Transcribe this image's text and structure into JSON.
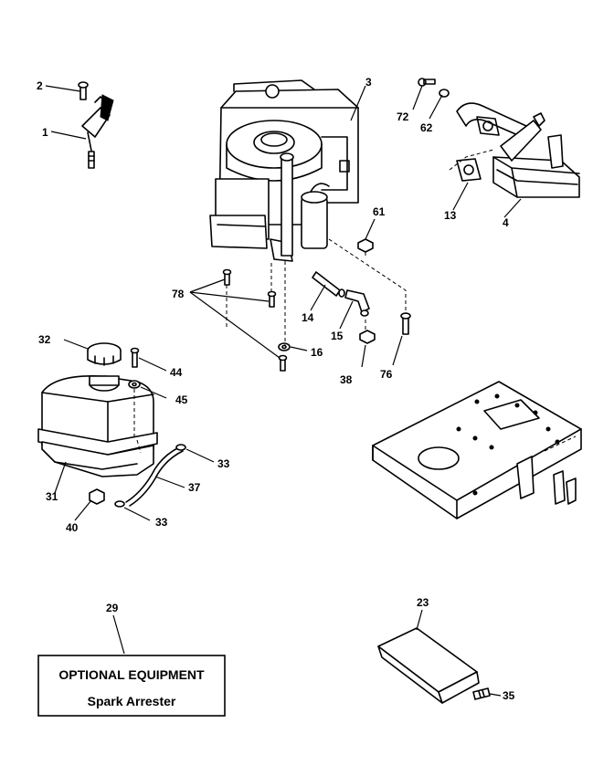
{
  "callouts": {
    "c1": "1",
    "c2": "2",
    "c3": "3",
    "c4": "4",
    "c13": "13",
    "c14": "14",
    "c15": "15",
    "c16": "16",
    "c23": "23",
    "c29": "29",
    "c31": "31",
    "c32": "32",
    "c33a": "33",
    "c33b": "33",
    "c35": "35",
    "c37": "37",
    "c38": "38",
    "c40": "40",
    "c44": "44",
    "c45": "45",
    "c61": "61",
    "c62": "62",
    "c72": "72",
    "c76": "76",
    "c78": "78"
  },
  "optional_box": {
    "title": "OPTIONAL EQUIPMENT",
    "subtitle": "Spark Arrester"
  }
}
